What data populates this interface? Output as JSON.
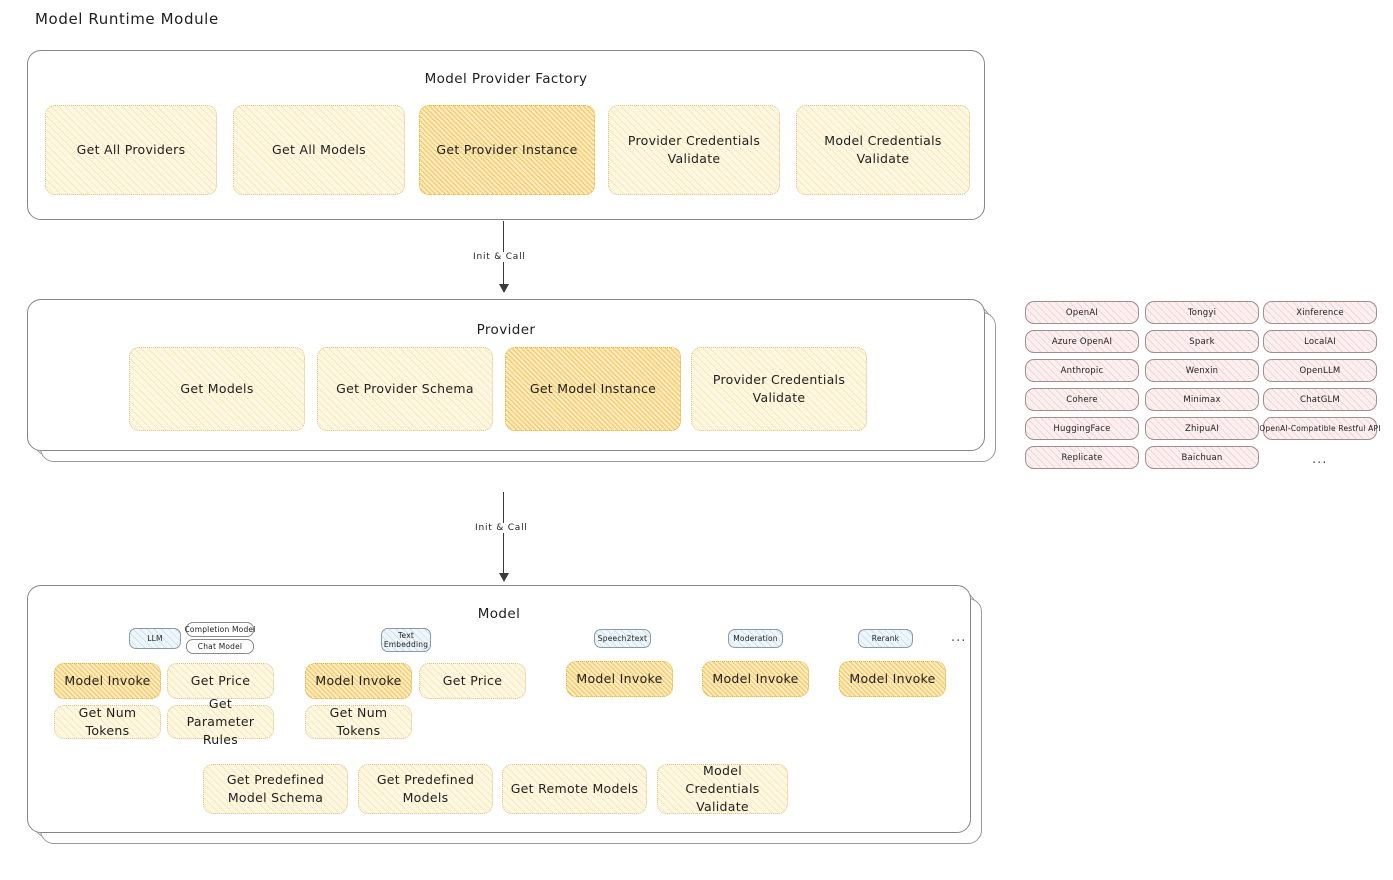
{
  "page": {
    "title": "Model Runtime Module"
  },
  "factory": {
    "title": "Model Provider Factory",
    "boxes": [
      {
        "label": "Get All Providers",
        "highlight": false
      },
      {
        "label": "Get All Models",
        "highlight": false
      },
      {
        "label": "Get Provider Instance",
        "highlight": true
      },
      {
        "label": "Provider Credentials Validate",
        "highlight": false
      },
      {
        "label": "Model Credentials Validate",
        "highlight": false
      }
    ]
  },
  "arrows": [
    {
      "label": "Init & Call"
    },
    {
      "label": "Init & Call"
    }
  ],
  "provider": {
    "title": "Provider",
    "boxes": [
      {
        "label": "Get Models",
        "highlight": false
      },
      {
        "label": "Get Provider Schema",
        "highlight": false
      },
      {
        "label": "Get Model Instance",
        "highlight": true
      },
      {
        "label": "Provider Credentials Validate",
        "highlight": false
      }
    ]
  },
  "provider_list": {
    "columns": [
      [
        "OpenAI",
        "Azure OpenAI",
        "Anthropic",
        "Cohere",
        "HuggingFace",
        "Replicate"
      ],
      [
        "Tongyi",
        "Spark",
        "Wenxin",
        "Minimax",
        "ZhipuAI",
        "Baichuan"
      ],
      [
        "Xinference",
        "LocalAI",
        "OpenLLM",
        "ChatGLM",
        "OpenAI-Compatible Restful API"
      ]
    ],
    "more": "..."
  },
  "model": {
    "title": "Model",
    "more": "...",
    "types": [
      {
        "badge": "LLM",
        "badge_style": "blue",
        "sub_badges": [
          "Completion Model",
          "Chat Model"
        ],
        "ops": [
          "Model Invoke",
          "Get Price",
          "Get Num Tokens",
          "Get Parameter Rules"
        ]
      },
      {
        "badge": "Text Embedding",
        "badge_style": "blue",
        "sub_badges": [],
        "ops": [
          "Model Invoke",
          "Get Price",
          "Get Num Tokens"
        ]
      },
      {
        "badge": "Speech2text",
        "badge_style": "blue",
        "sub_badges": [],
        "ops": [
          "Model Invoke"
        ]
      },
      {
        "badge": "Moderation",
        "badge_style": "blue",
        "sub_badges": [],
        "ops": [
          "Model Invoke"
        ]
      },
      {
        "badge": "Rerank",
        "badge_style": "blue",
        "sub_badges": [],
        "ops": [
          "Model Invoke"
        ]
      }
    ],
    "common_ops": [
      "Get Predefined Model Schema",
      "Get Predefined Models",
      "Get Remote Models",
      "Model Credentials Validate"
    ]
  },
  "colors": {
    "box_fill": "#fdf7e3",
    "box_fill_strong": "#fdecc4",
    "provider_pill": "#fdf0f0",
    "type_badge": "#eef6fb",
    "stroke": "#868686"
  }
}
